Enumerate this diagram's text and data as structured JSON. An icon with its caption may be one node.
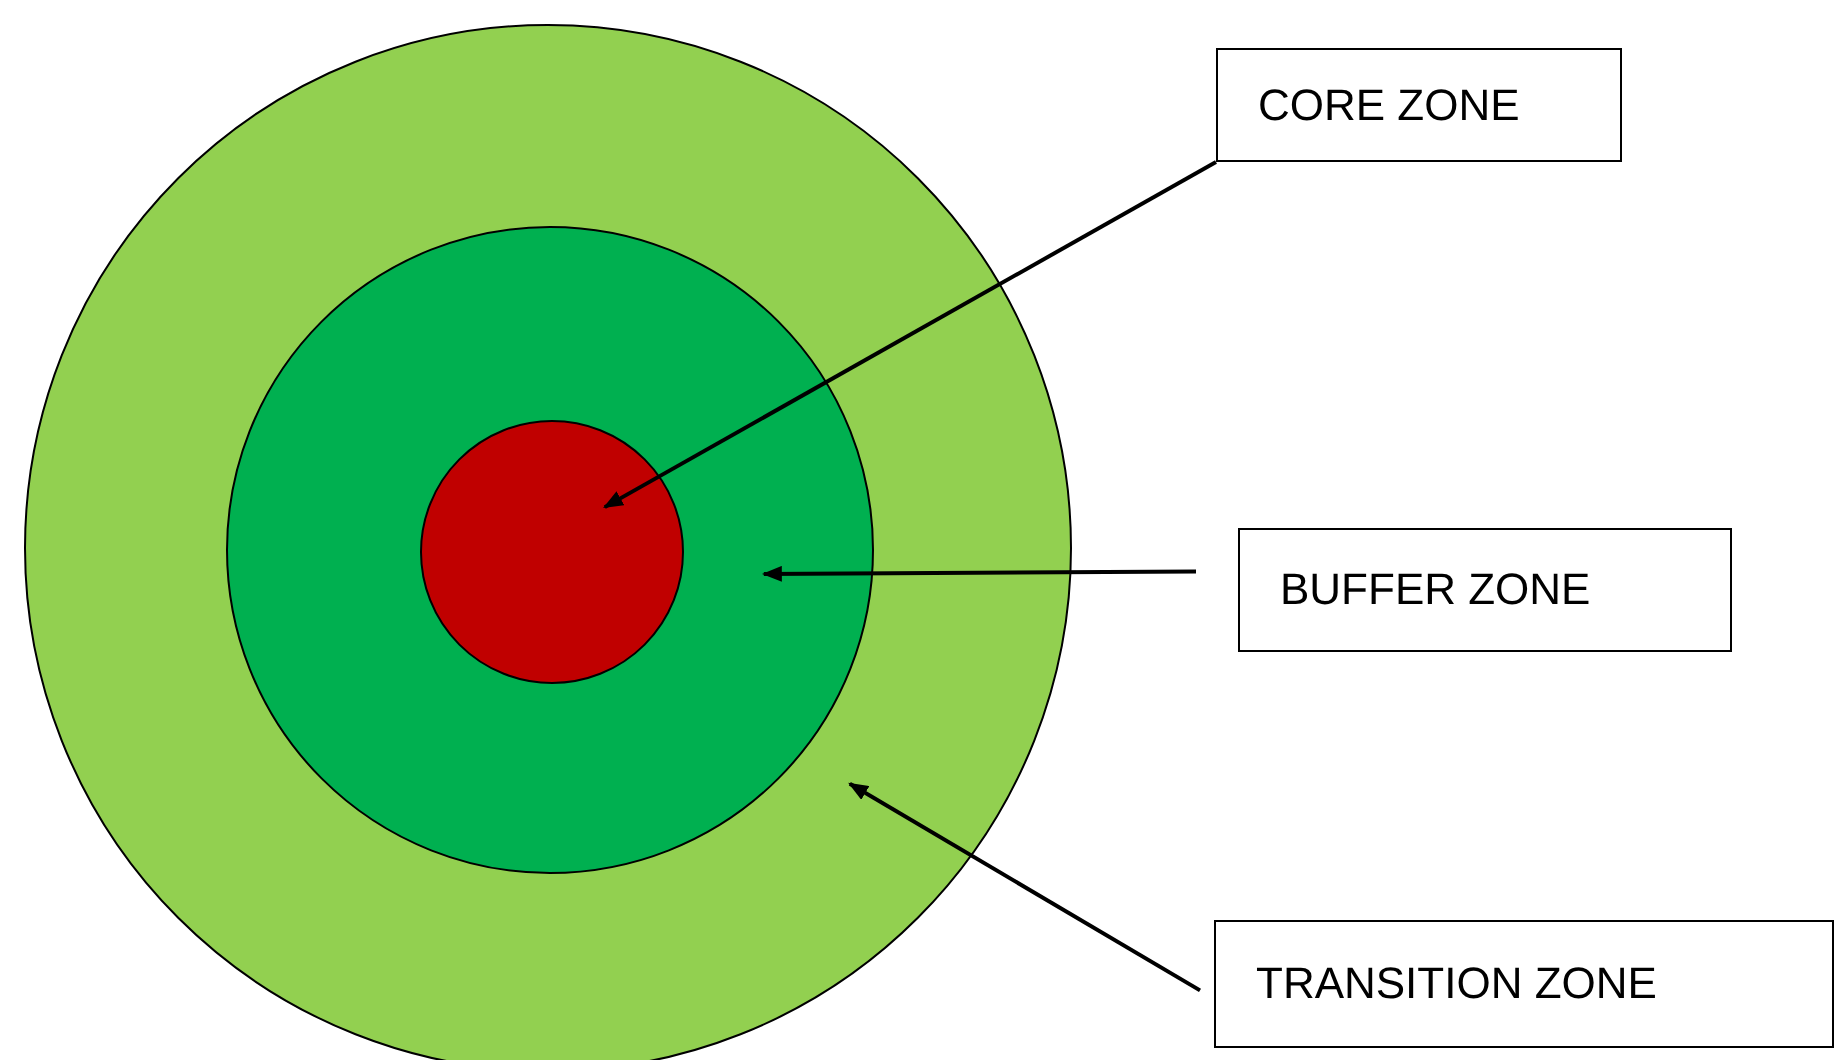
{
  "diagram": {
    "nodes": [
      {
        "text": [],
        "shape": "circle"
      },
      {
        "text": [],
        "shape": "circle",
        "in": 0
      },
      {
        "text": [],
        "shape": "circle",
        "in": 1
      },
      {
        "text": [
          "CORE ZONE"
        ]
      },
      {
        "text": [
          "BUFFER ZONE"
        ]
      },
      {
        "text": [
          "TRANSITION ZONE"
        ]
      }
    ],
    "edges": [
      {
        "from": 3,
        "to": 2,
        "arrow": "to"
      },
      {
        "from": 4,
        "to": 1,
        "arrow": "to"
      },
      {
        "from": 5,
        "to": 0,
        "arrow": "to"
      }
    ]
  }
}
